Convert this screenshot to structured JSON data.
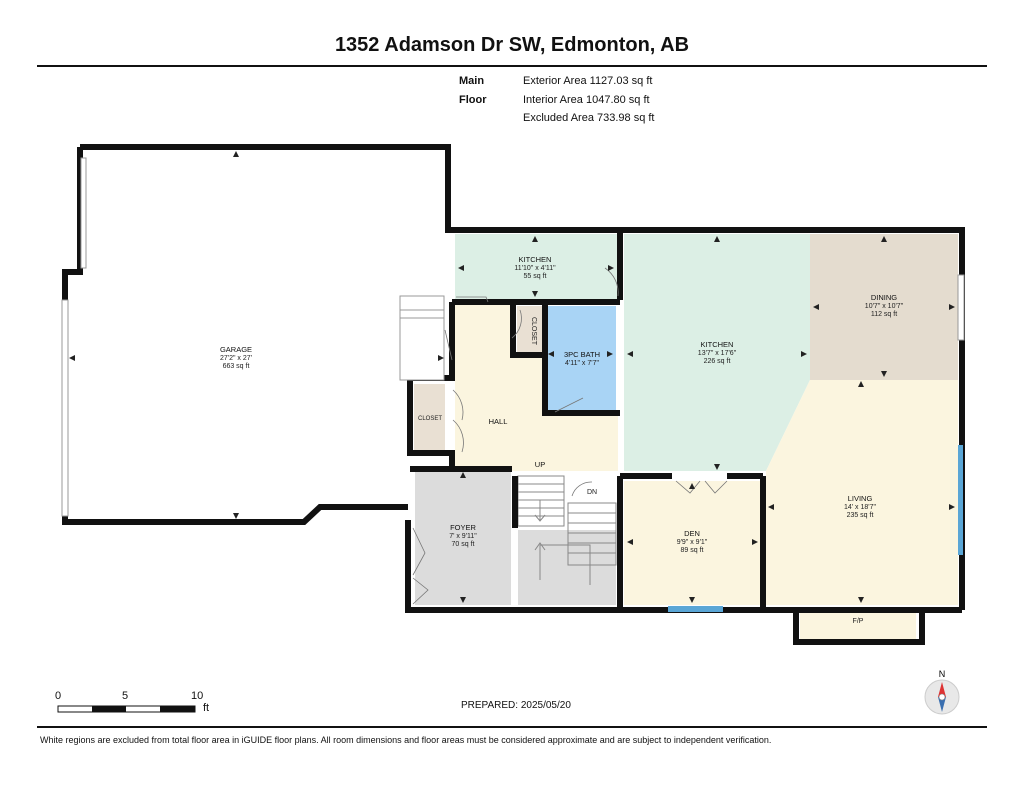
{
  "title": "1352 Adamson Dr SW, Edmonton, AB",
  "floor": {
    "label": "Main Floor",
    "exterior_area": "Exterior Area 1127.03 sq ft",
    "interior_area": "Interior Area 1047.80 sq ft",
    "excluded_area": "Excluded Area 733.98 sq ft"
  },
  "rooms": {
    "garage": {
      "name": "GARAGE",
      "dims": "27'2\" x 27'",
      "area": "663 sq ft"
    },
    "kitchen_small": {
      "name": "KITCHEN",
      "dims": "11'10\" x 4'11\"",
      "area": "55 sq ft"
    },
    "closet_upper": {
      "name": "CLOSET"
    },
    "bath": {
      "name": "3PC BATH",
      "dims": "4'11\" x 7'7\""
    },
    "kitchen_main": {
      "name": "KITCHEN",
      "dims": "13'7\" x 17'6\"",
      "area": "226 sq ft"
    },
    "dining": {
      "name": "DINING",
      "dims": "10'7\" x 10'7\"",
      "area": "112 sq ft"
    },
    "closet_left": {
      "name": "CLOSET"
    },
    "hall": {
      "name": "HALL"
    },
    "up": {
      "name": "UP"
    },
    "dn": {
      "name": "DN"
    },
    "foyer": {
      "name": "FOYER",
      "dims": "7' x 9'11\"",
      "area": "70 sq ft"
    },
    "den": {
      "name": "DEN",
      "dims": "9'9\" x 9'1\"",
      "area": "89 sq ft"
    },
    "living": {
      "name": "LIVING",
      "dims": "14' x 18'7\"",
      "area": "235 sq ft"
    },
    "fireplace": {
      "name": "F/P"
    }
  },
  "scale": {
    "ticks": [
      "0",
      "5",
      "10"
    ],
    "unit": "ft"
  },
  "compass": {
    "label": "N"
  },
  "prepared": "PREPARED: 2025/05/20",
  "disclaimer": "White regions are excluded from total floor area in iGUIDE floor plans. All room dimensions and floor areas must be considered approximate and are subject to independent verification.",
  "colors": {
    "kitchen": "#dcefe5",
    "bath": "#a9d4f5",
    "dining": "#e4dccf",
    "living": "#fbf5df",
    "foyer": "#dcdcdc",
    "closet": "#e9e0d3",
    "wall": "#111111",
    "window": "#5aa6d6"
  }
}
